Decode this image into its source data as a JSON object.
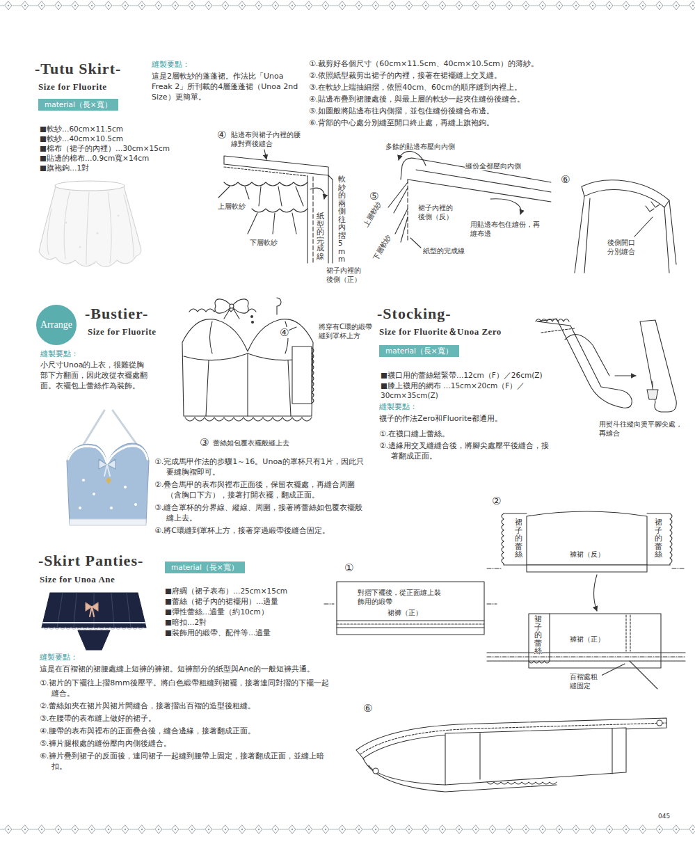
{
  "diagram": {
    "nodes": [
      {
        "text": [
          "material（長×寬）"
        ]
      },
      {
        "text": [
          "Arrange"
        ]
      },
      {
        "text": [
          "material（長×寬）"
        ]
      },
      {
        "text": [
          "material（長×寬）"
        ]
      }
    ],
    "labels": [
      "-Tutu Skirt-",
      "Size for Fluorite",
      "■軟紗…60cm×11.5cm",
      "■軟紗…40cm×10.5cm",
      "■棉布（裙子的內裡）…30cm×15cm",
      "■貼邊的棉布…0.9cm寬×14cm",
      "■旗袍鉤…1對",
      "縫製要點：",
      "這是2層軟紗的蓬蓬裙。作法比「Unoa Freak 2」所刊載的4層蓬蓬裙（Unoa 2nd Size）更簡單。",
      "①.裁剪好各個尺寸（60cm×11.5cm、40cm×10.5cm）的薄紗。",
      "②.依照紙型裁剪出裙子的內裡，接著在裙襬縫上交叉縫。",
      "③.在軟紗上端抽細摺，依照40cm、60cm的順序縫到內裡上。",
      "④.貼邊布疊到裙腰處後，與最上層的軟紗一起夾住縫份後縫合。",
      "⑤.如圖般將貼邊布往內側摺，並包住縫份後縫合布邊。",
      "⑥.背部的中心處分別縫至開口終止處，再縫上旗袍鉤。",
      "④",
      "貼邊布與裙子內裡的腰線對齊後縫合",
      "軟紗的兩側往內摺5mm",
      "紙型的完成線",
      "上層軟紗",
      "下層軟紗",
      "裙子內裡的後側（正）",
      "多餘的貼邊布壓向內側",
      "縫份全都壓向內側",
      "⑤",
      "上層軟紗",
      "下層軟紗",
      "裙子內裡的後側（反）",
      "用貼邊布包住縫份，再縫布邊",
      "紙型的完成線",
      "⑥",
      "後側開口分別縫合",
      "-Bustier-",
      "Size for Fluorite",
      "縫製要點：",
      "小尺寸Unoa的上衣，很難從胸部下方翻面，因此改從衣襬處翻面。衣襬包上蕾絲作為裝飾。",
      "④",
      "將穿有C環的緞帶縫到罩杯上方",
      "③",
      "蕾絲如包覆衣襬般縫上去",
      "①.完成馬甲作法的步驟1～16。Unoa的罩杯只有1片，因此只要縫胸褶即可。",
      "②.疊合馬甲的表布與裡布正面後，保留衣襬處，再縫合周圍（含胸口下方），接著打開衣襬，翻成正面。",
      "③.縫合罩杯的分界線、縱線、周圍，接著將蕾絲如包覆衣襬般縫上去。",
      "④.將C環縫到罩杯上方，接著穿過緞帶後縫合固定。",
      "-Stocking-",
      "Size for Fluorite＆Unoa Zero",
      "■襪口用的蕾絲鬆緊帶…12cm（F）／26cm(Z)",
      "■膝上襪用的網布 …15cm×20cm（F）／30cm×35cm(Z)",
      "縫製要點：",
      "襪子的作法Zero和Fluorite都通用。",
      "①.在襪口縫上蕾絲。",
      "②.邊緣用交叉縫縫合後，將腳尖處壓平後縫合，接著翻成正面。",
      "用熨斗往縱向燙平腳尖處，再縫合",
      "-Skirt Panties-",
      "Size for Unoa Ane",
      "■府綢（裙子表布）…25cm×15cm",
      "■蕾絲（裙子內的裙襬用）…適量",
      "■彈性蕾絲…適量（約10cm）",
      "■暗扣…2對",
      "■裝飾用的緞帶、配件等…適量",
      "縫製要點：",
      "這是在百褶裙的裙腰處縫上短褲的褲裙。短褲部分的紙型與Ane的一般短褲共通。",
      "①.裙片的下襬往上摺8mm後壓平。將白色緞帶粗縫到裙襬，接著連同對摺的下襬一起縫合。",
      "②.蕾絲如夾在裙片與裙片間縫合，接著摺出百褶的造型後粗縫。",
      "③.在腰帶的表布縫上做好的裙子。",
      "④.腰帶的表布與裡布的正面疊合後，縫合邊緣，接著翻成正面。",
      "⑤.褲片腿根處的縫份壓向內側後縫合。",
      "⑥.褲片疊到裙子的反面後，連同裙子一起縫到腰帶上固定，接著翻成正面，並縫上暗扣。",
      "①",
      "對摺下襬後，從正面縫上裝飾用的緞帶",
      "裙褲（正）",
      "②",
      "裙子的蕾絲",
      "裙子的蕾絲",
      "褲裙（反）",
      "裙子的蕾絲",
      "褲裙（正）",
      "百褶處粗縫固定",
      "⑥",
      "045"
    ]
  }
}
